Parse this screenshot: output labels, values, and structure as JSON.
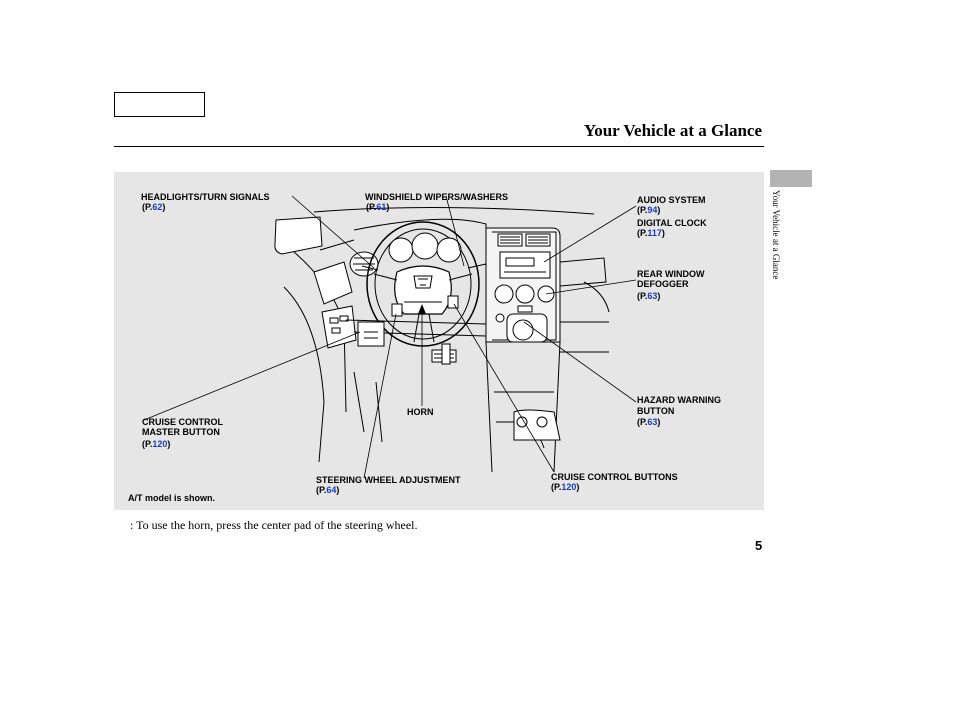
{
  "header": {
    "title": "Your Vehicle at a Glance"
  },
  "side_tab": {
    "text": "Your Vehicle at a Glance"
  },
  "diagram": {
    "labels": {
      "headlights": {
        "text": "HEADLIGHTS/TURN SIGNALS",
        "page": "62"
      },
      "wipers": {
        "text": "WINDSHIELD WIPERS/WASHERS",
        "page": "61"
      },
      "audio": {
        "text": "AUDIO SYSTEM",
        "page": "94"
      },
      "clock": {
        "text": "DIGITAL CLOCK",
        "page": "117"
      },
      "defogger": {
        "line1": "REAR WINDOW",
        "line2": "DEFOGGER",
        "page": "63"
      },
      "hazard": {
        "line1": "HAZARD WARNING",
        "line2": "BUTTON",
        "page": "63"
      },
      "horn": {
        "text": "HORN"
      },
      "cruise_master": {
        "line1": "CRUISE CONTROL",
        "line2": "MASTER BUTTON",
        "page": "120"
      },
      "steering_adj": {
        "text": "STEERING WHEEL ADJUSTMENT",
        "page": "64"
      },
      "cruise_buttons": {
        "text": "CRUISE CONTROL BUTTONS",
        "page": "120"
      }
    },
    "ref_prefix": "P.",
    "note": "A/T model is shown."
  },
  "footnote": ":  To use the horn, press the center pad of the steering wheel.",
  "page_number": "5"
}
